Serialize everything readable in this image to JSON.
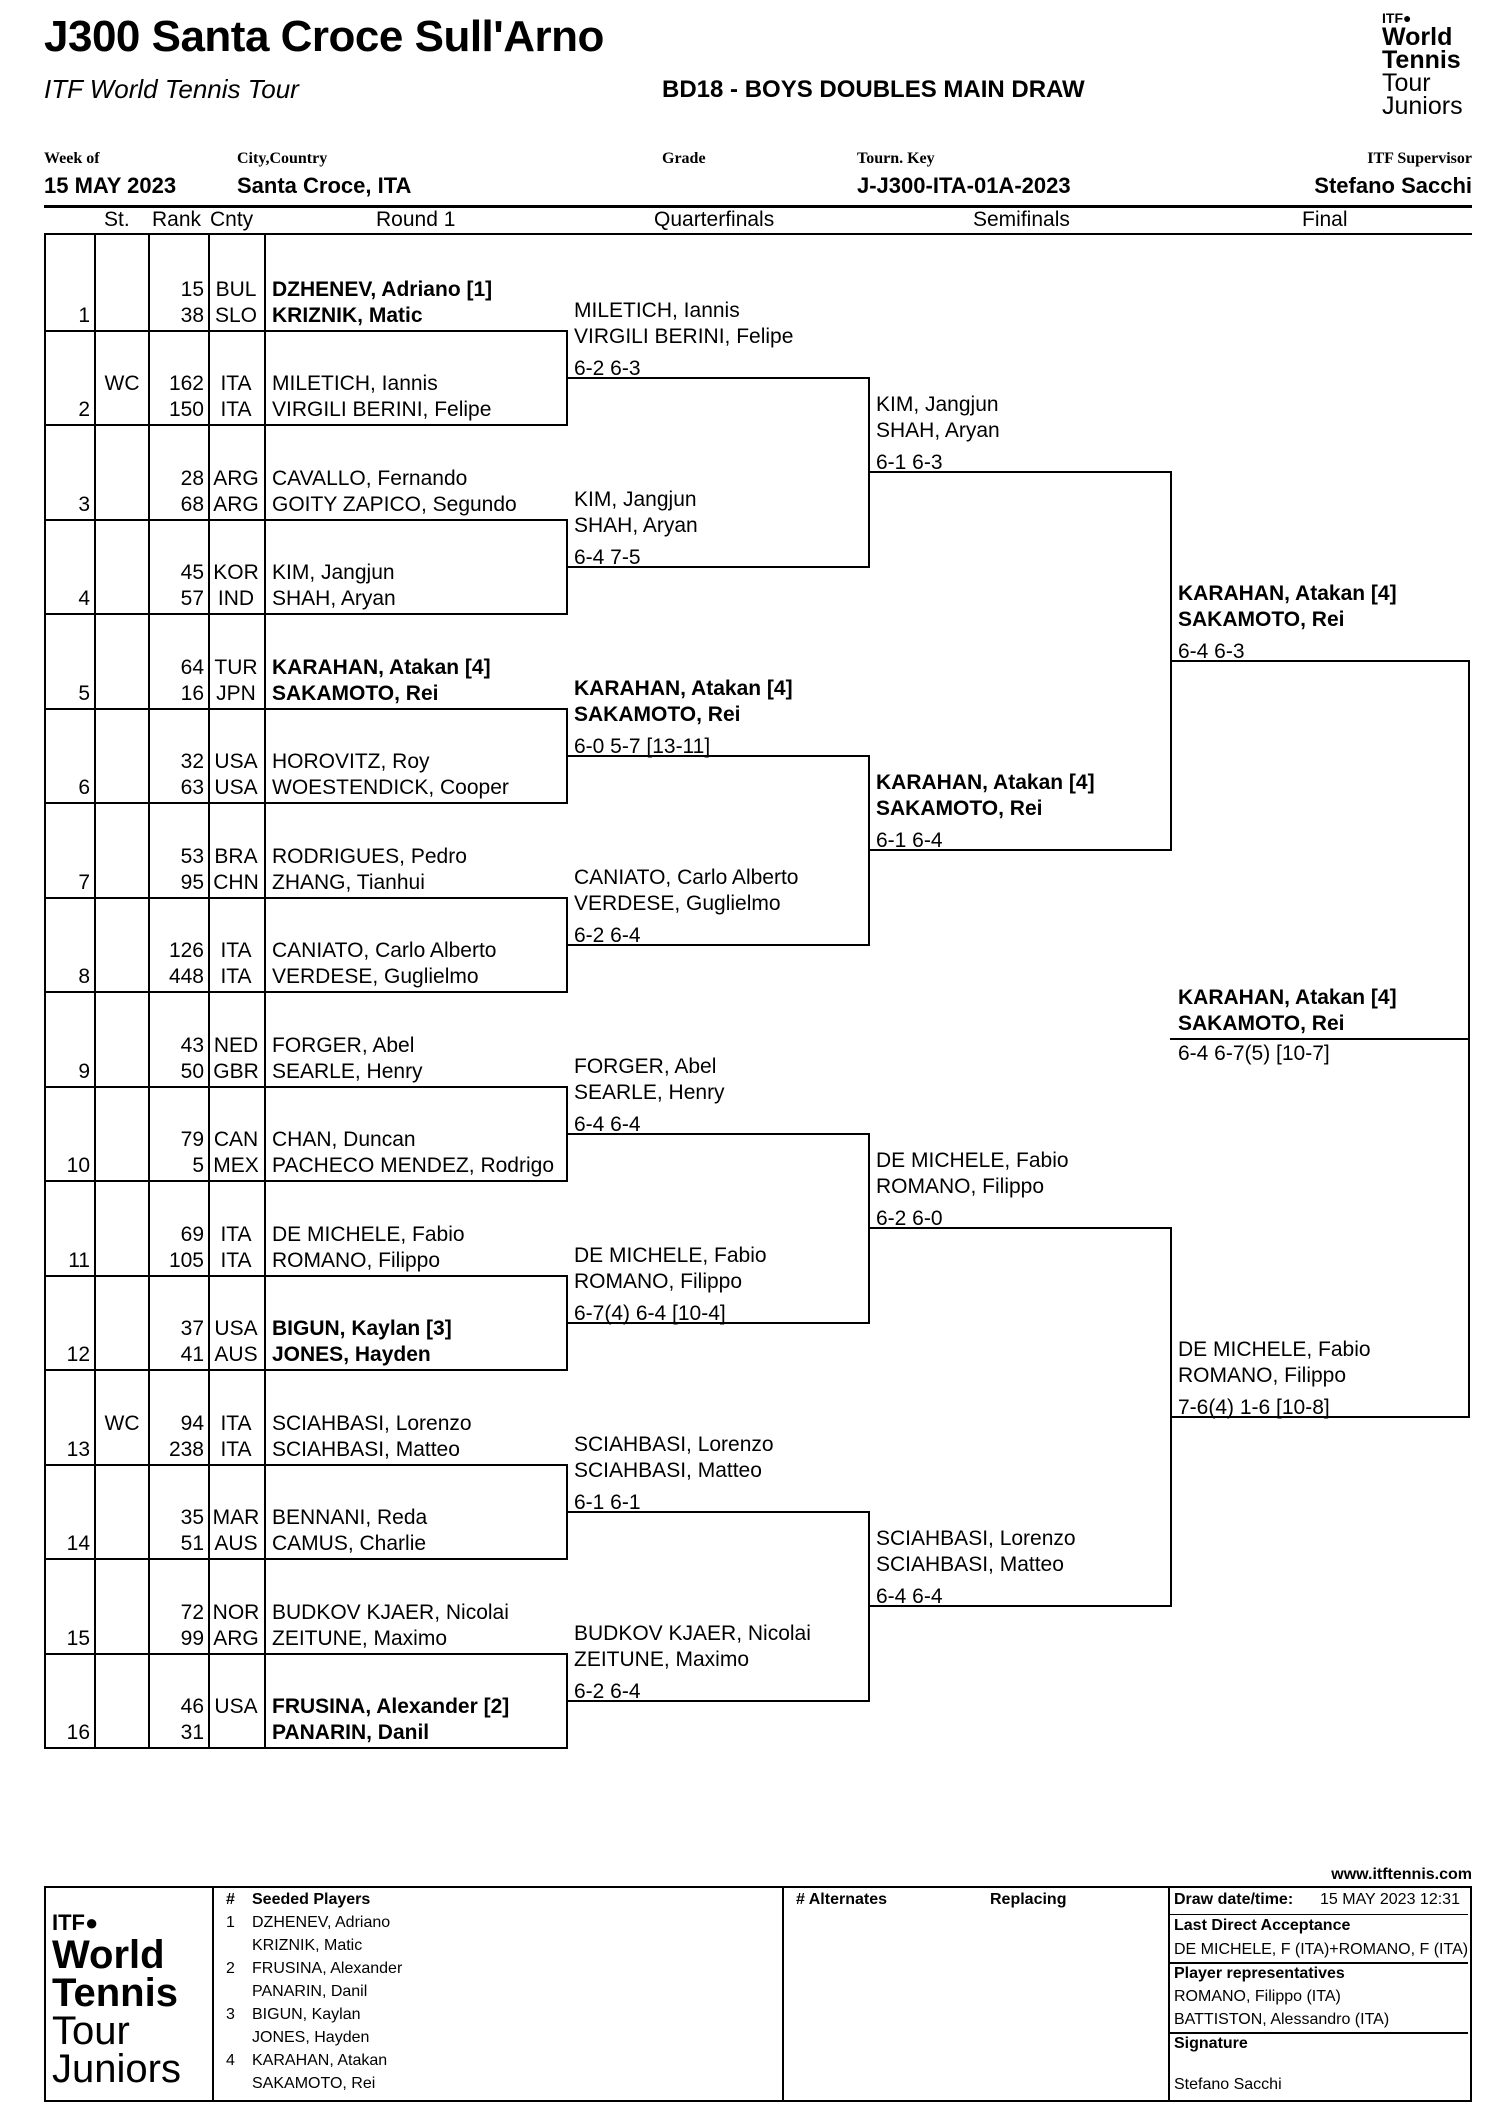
{
  "header": {
    "title": "J300 Santa Croce Sull'Arno",
    "subtitle": "ITF World Tennis Tour",
    "draw_name": "BD18 - BOYS DOUBLES MAIN DRAW",
    "logo": {
      "itf": "ITF",
      "l1": "World",
      "l2": "Tennis",
      "l3": "Tour",
      "l4": "Juniors"
    }
  },
  "meta": {
    "week_label": "Week of",
    "week_value": "15 MAY 2023",
    "city_label": "City,Country",
    "city_value": "Santa Croce, ITA",
    "grade_label": "Grade",
    "grade_value": "",
    "key_label": "Tourn. Key",
    "key_value": "J-J300-ITA-01A-2023",
    "supervisor_label": "ITF Supervisor",
    "supervisor_value": "Stefano Sacchi"
  },
  "columns": {
    "st": "St.",
    "rank": "Rank",
    "cnty": "Cnty",
    "r1": "Round 1",
    "qf": "Quarterfinals",
    "sf": "Semifinals",
    "final": "Final"
  },
  "draw": [
    {
      "num": "1",
      "st": "",
      "p1": {
        "rank": "15",
        "cnty": "BUL",
        "name": "DZHENEV, Adriano [1]"
      },
      "p2": {
        "rank": "38",
        "cnty": "SLO",
        "name": "KRIZNIK, Matic"
      },
      "seed": true
    },
    {
      "num": "2",
      "st": "WC",
      "p1": {
        "rank": "162",
        "cnty": "ITA",
        "name": "MILETICH, Iannis"
      },
      "p2": {
        "rank": "150",
        "cnty": "ITA",
        "name": "VIRGILI BERINI, Felipe"
      },
      "seed": false
    },
    {
      "num": "3",
      "st": "",
      "p1": {
        "rank": "28",
        "cnty": "ARG",
        "name": "CAVALLO, Fernando"
      },
      "p2": {
        "rank": "68",
        "cnty": "ARG",
        "name": "GOITY ZAPICO, Segundo"
      },
      "seed": false
    },
    {
      "num": "4",
      "st": "",
      "p1": {
        "rank": "45",
        "cnty": "KOR",
        "name": "KIM, Jangjun"
      },
      "p2": {
        "rank": "57",
        "cnty": "IND",
        "name": "SHAH, Aryan"
      },
      "seed": false
    },
    {
      "num": "5",
      "st": "",
      "p1": {
        "rank": "64",
        "cnty": "TUR",
        "name": "KARAHAN, Atakan [4]"
      },
      "p2": {
        "rank": "16",
        "cnty": "JPN",
        "name": "SAKAMOTO, Rei"
      },
      "seed": true
    },
    {
      "num": "6",
      "st": "",
      "p1": {
        "rank": "32",
        "cnty": "USA",
        "name": "HOROVITZ, Roy"
      },
      "p2": {
        "rank": "63",
        "cnty": "USA",
        "name": "WOESTENDICK, Cooper"
      },
      "seed": false
    },
    {
      "num": "7",
      "st": "",
      "p1": {
        "rank": "53",
        "cnty": "BRA",
        "name": "RODRIGUES, Pedro"
      },
      "p2": {
        "rank": "95",
        "cnty": "CHN",
        "name": "ZHANG, Tianhui"
      },
      "seed": false
    },
    {
      "num": "8",
      "st": "",
      "p1": {
        "rank": "126",
        "cnty": "ITA",
        "name": "CANIATO, Carlo Alberto"
      },
      "p2": {
        "rank": "448",
        "cnty": "ITA",
        "name": "VERDESE, Guglielmo"
      },
      "seed": false
    },
    {
      "num": "9",
      "st": "",
      "p1": {
        "rank": "43",
        "cnty": "NED",
        "name": "FORGER, Abel"
      },
      "p2": {
        "rank": "50",
        "cnty": "GBR",
        "name": "SEARLE, Henry"
      },
      "seed": false
    },
    {
      "num": "10",
      "st": "",
      "p1": {
        "rank": "79",
        "cnty": "CAN",
        "name": "CHAN, Duncan"
      },
      "p2": {
        "rank": "5",
        "cnty": "MEX",
        "name": "PACHECO MENDEZ, Rodrigo"
      },
      "seed": false
    },
    {
      "num": "11",
      "st": "",
      "p1": {
        "rank": "69",
        "cnty": "ITA",
        "name": "DE MICHELE, Fabio"
      },
      "p2": {
        "rank": "105",
        "cnty": "ITA",
        "name": "ROMANO, Filippo"
      },
      "seed": false
    },
    {
      "num": "12",
      "st": "",
      "p1": {
        "rank": "37",
        "cnty": "USA",
        "name": "BIGUN, Kaylan [3]"
      },
      "p2": {
        "rank": "41",
        "cnty": "AUS",
        "name": "JONES, Hayden"
      },
      "seed": true
    },
    {
      "num": "13",
      "st": "WC",
      "p1": {
        "rank": "94",
        "cnty": "ITA",
        "name": "SCIAHBASI, Lorenzo"
      },
      "p2": {
        "rank": "238",
        "cnty": "ITA",
        "name": "SCIAHBASI, Matteo"
      },
      "seed": false
    },
    {
      "num": "14",
      "st": "",
      "p1": {
        "rank": "35",
        "cnty": "MAR",
        "name": "BENNANI, Reda"
      },
      "p2": {
        "rank": "51",
        "cnty": "AUS",
        "name": "CAMUS, Charlie"
      },
      "seed": false
    },
    {
      "num": "15",
      "st": "",
      "p1": {
        "rank": "72",
        "cnty": "NOR",
        "name": "BUDKOV KJAER, Nicolai"
      },
      "p2": {
        "rank": "99",
        "cnty": "ARG",
        "name": "ZEITUNE, Maximo"
      },
      "seed": false
    },
    {
      "num": "16",
      "st": "",
      "p1": {
        "rank": "46",
        "cnty": "USA",
        "name": "FRUSINA, Alexander [2]"
      },
      "p2": {
        "rank": "31",
        "cnty": "",
        "name": "PANARIN, Danil"
      },
      "seed": true
    }
  ],
  "qf": [
    {
      "n1": "MILETICH, Iannis",
      "n2": "VIRGILI BERINI, Felipe",
      "score": "6-2 6-3",
      "seed": false
    },
    {
      "n1": "KIM, Jangjun",
      "n2": "SHAH, Aryan",
      "score": "6-4 7-5",
      "seed": false
    },
    {
      "n1": "KARAHAN, Atakan [4]",
      "n2": "SAKAMOTO, Rei",
      "score": "6-0 5-7 [13-11]",
      "seed": true
    },
    {
      "n1": "CANIATO, Carlo Alberto",
      "n2": "VERDESE, Guglielmo",
      "score": "6-2 6-4",
      "seed": false
    },
    {
      "n1": "FORGER, Abel",
      "n2": "SEARLE, Henry",
      "score": "6-4 6-4",
      "seed": false
    },
    {
      "n1": "DE MICHELE, Fabio",
      "n2": "ROMANO, Filippo",
      "score": "6-7(4) 6-4 [10-4]",
      "seed": false
    },
    {
      "n1": "SCIAHBASI, Lorenzo",
      "n2": "SCIAHBASI, Matteo",
      "score": "6-1 6-1",
      "seed": false
    },
    {
      "n1": "BUDKOV KJAER, Nicolai",
      "n2": "ZEITUNE, Maximo",
      "score": "6-2 6-4",
      "seed": false
    }
  ],
  "sf": [
    {
      "n1": "KIM, Jangjun",
      "n2": "SHAH, Aryan",
      "score": "6-1 6-3",
      "seed": false
    },
    {
      "n1": "KARAHAN, Atakan [4]",
      "n2": "SAKAMOTO, Rei",
      "score": "6-1 6-4",
      "seed": true
    },
    {
      "n1": "DE MICHELE, Fabio",
      "n2": "ROMANO, Filippo",
      "score": "6-2 6-0",
      "seed": false
    },
    {
      "n1": "SCIAHBASI, Lorenzo",
      "n2": "SCIAHBASI, Matteo",
      "score": "6-4 6-4",
      "seed": false
    }
  ],
  "fin": [
    {
      "n1": "KARAHAN, Atakan [4]",
      "n2": "SAKAMOTO, Rei",
      "score": "6-4 6-3",
      "seed": true
    },
    {
      "n1": "DE MICHELE, Fabio",
      "n2": "ROMANO, Filippo",
      "score": "7-6(4) 1-6 [10-8]",
      "seed": false
    }
  ],
  "winner": {
    "n1": "KARAHAN, Atakan [4]",
    "n2": "SAKAMOTO, Rei",
    "score": "6-4 6-7(5) [10-7]"
  },
  "footer": {
    "website": "www.itftennis.com",
    "seeded_hash": "#",
    "seeded_title": "Seeded Players",
    "seeded": [
      {
        "n": "1",
        "a": "DZHENEV, Adriano",
        "b": "KRIZNIK, Matic"
      },
      {
        "n": "2",
        "a": "FRUSINA, Alexander",
        "b": "PANARIN, Danil"
      },
      {
        "n": "3",
        "a": "BIGUN, Kaylan",
        "b": "JONES, Hayden"
      },
      {
        "n": "4",
        "a": "KARAHAN, Atakan",
        "b": "SAKAMOTO, Rei"
      }
    ],
    "alternates_title": "# Alternates",
    "replacing_title": "Replacing",
    "draw_date_label": "Draw date/time:",
    "draw_date_value": "15 MAY 2023 12:31",
    "lda_label": "Last Direct Acceptance",
    "lda_value": "DE MICHELE, F (ITA)+ROMANO, F (ITA)",
    "reps_label": "Player representatives",
    "reps": [
      "ROMANO, Filippo (ITA)",
      "BATTISTON, Alessandro (ITA)"
    ],
    "sig_label": "Signature",
    "sig_value": "Stefano Sacchi"
  }
}
